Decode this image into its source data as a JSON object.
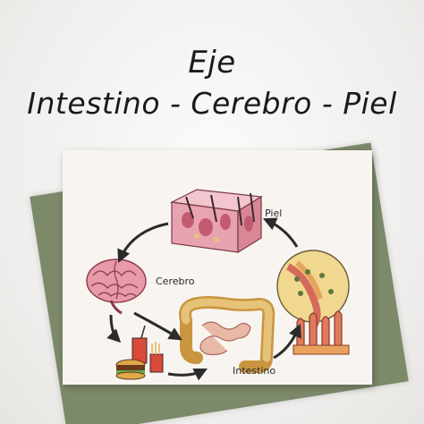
{
  "title": {
    "line1": "Eje",
    "line2": "Intestino - Cerebro - Piel"
  },
  "diagram": {
    "labels": {
      "skin": "Piel",
      "brain": "Cerebro",
      "intestine": "Intestino"
    }
  },
  "colors": {
    "skin_pink": "#e8a3b1",
    "brain_pink": "#e89aa8",
    "intestine_yellow": "#e7c27a",
    "arrow": "#2b2b2b",
    "shadow_sheet": "#7c8a6a"
  }
}
